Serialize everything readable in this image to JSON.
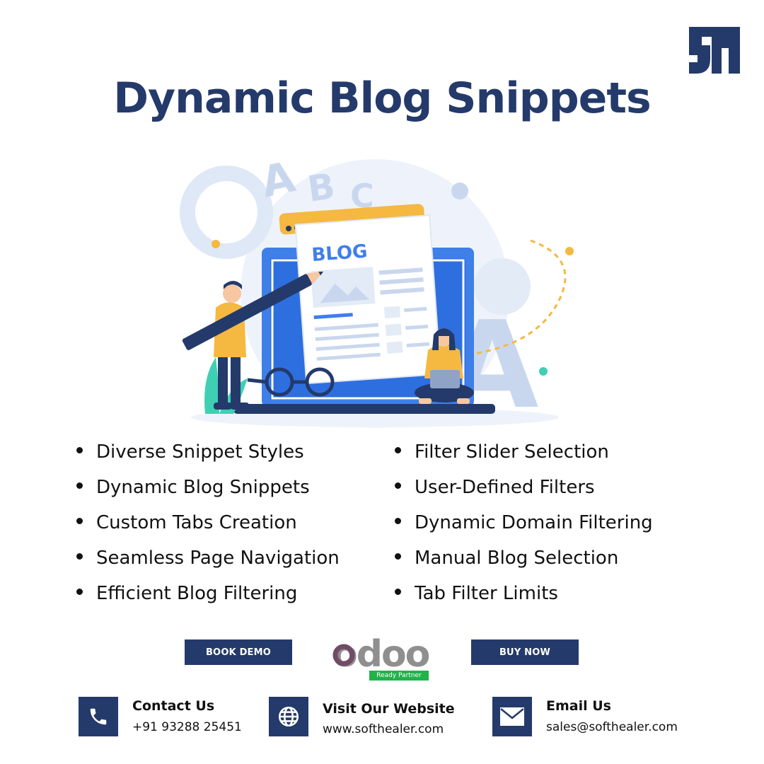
{
  "title": "Dynamic Blog Snippets",
  "illustration": {
    "blog_label": "BLOG",
    "letters": [
      "A",
      "B",
      "C",
      "A"
    ]
  },
  "features_left": [
    "Diverse Snippet Styles",
    "Dynamic Blog Snippets",
    "Custom Tabs Creation",
    "Seamless Page Navigation",
    "Efficient Blog Filtering"
  ],
  "features_right": [
    "Filter Slider Selection",
    "User-Defined Filters",
    "Dynamic Domain Filtering",
    "Manual Blog Selection",
    "Tab Filter Limits"
  ],
  "buttons": {
    "book_demo": "BOOK DEMO",
    "buy_now": "BUY NOW"
  },
  "partner": {
    "wordmark": "odoo",
    "badge": "Ready Partner"
  },
  "contacts": {
    "phone": {
      "title": "Contact Us",
      "value": "+91 93288 25451",
      "icon": "phone-icon"
    },
    "website": {
      "title": "Visit Our Website",
      "value": "www.softhealer.com",
      "icon": "globe-icon"
    },
    "email": {
      "title": "Email Us",
      "value": "sales@softhealer.com",
      "icon": "envelope-icon"
    }
  },
  "colors": {
    "brand_navy": "#243a6b",
    "accent_yellow": "#f5b841",
    "illustration_blue": "#3f7fe8",
    "odoo_purple": "#714b67",
    "odoo_grey": "#8f8f8f",
    "partner_green": "#21b24a"
  }
}
